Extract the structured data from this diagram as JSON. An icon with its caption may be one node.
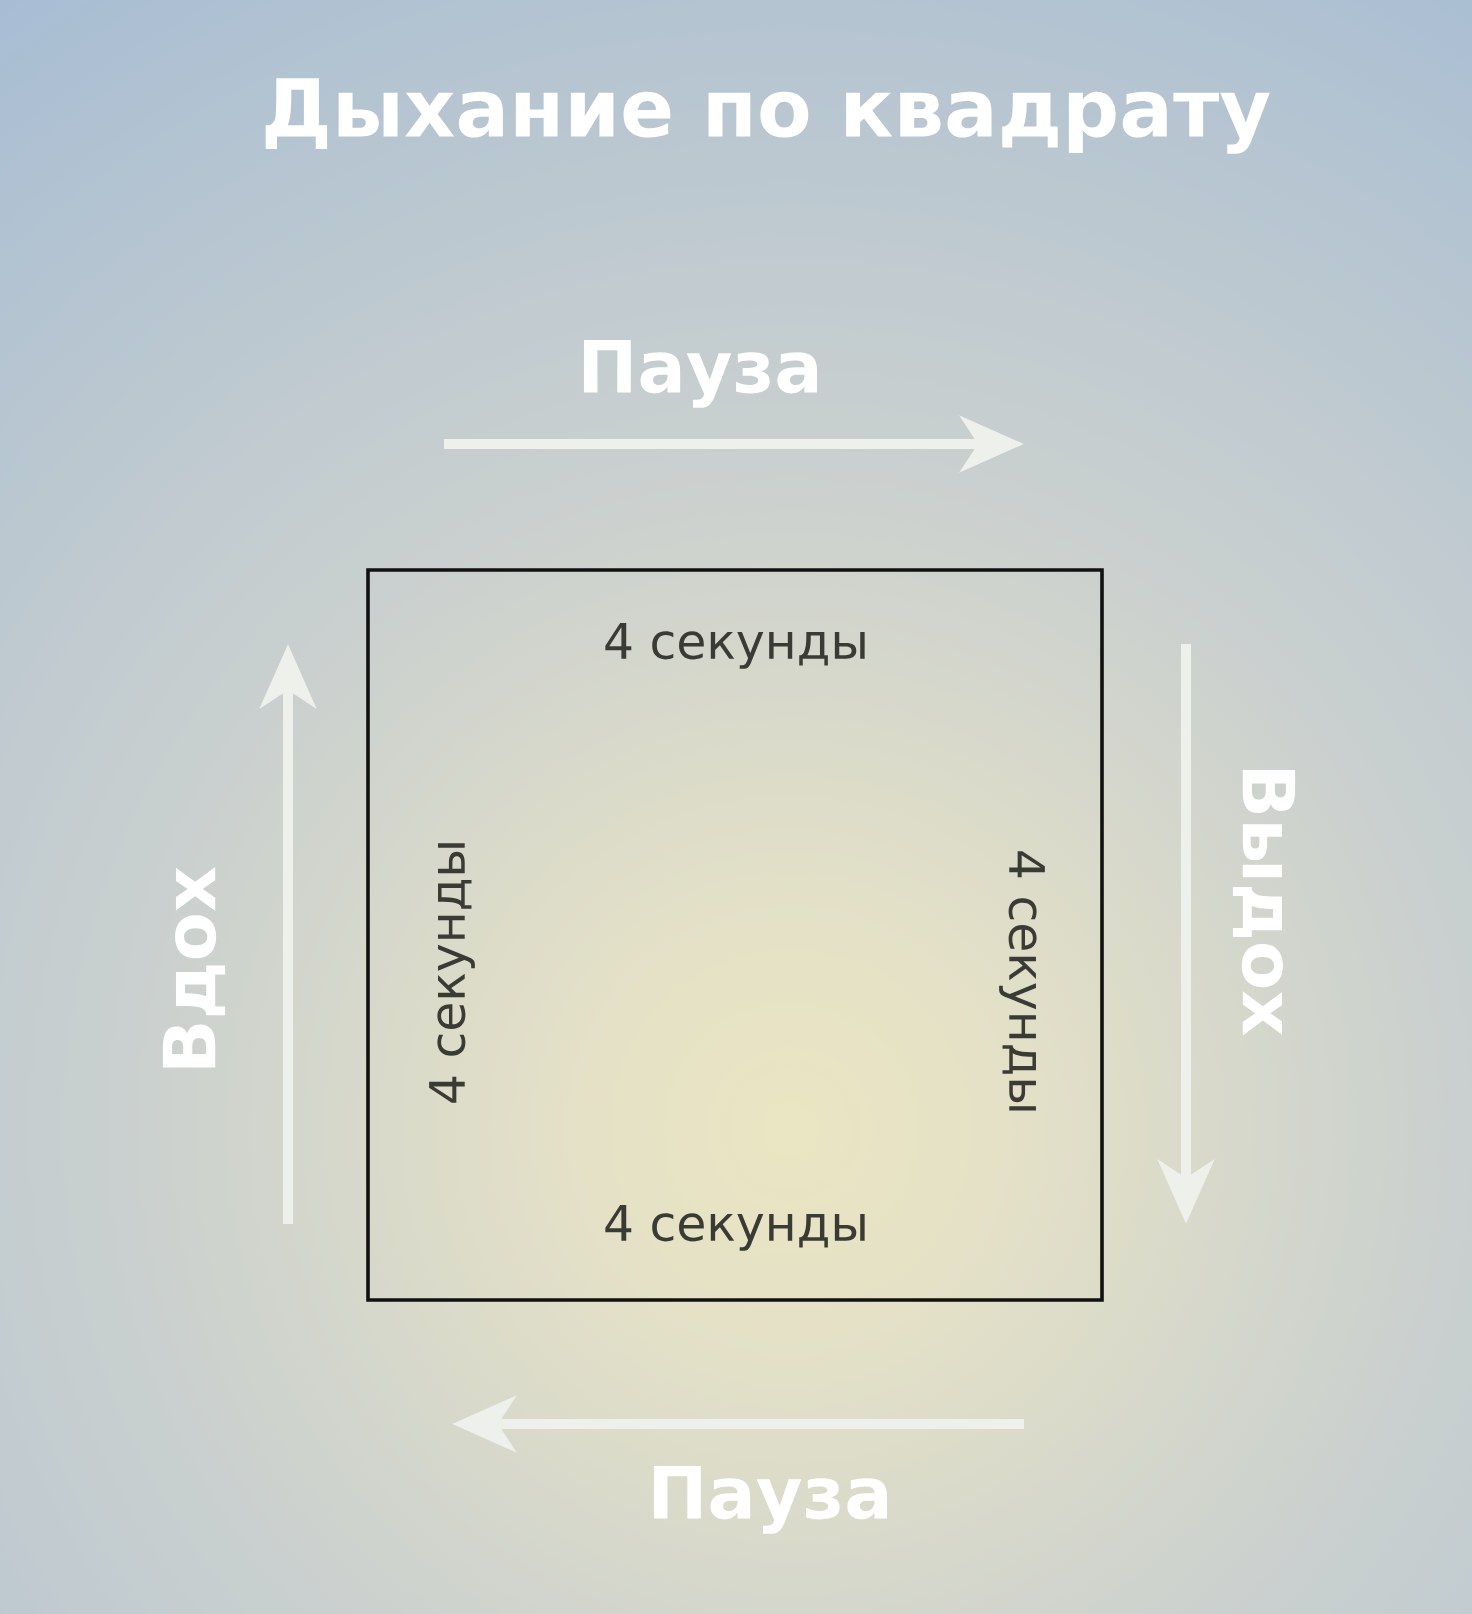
{
  "diagram": {
    "title": "Дыхание по квадрату",
    "nodes": [
      {
        "text": [
          "4 секунды",
          "4 секунды",
          "4 секунды",
          "4 секунды"
        ]
      }
    ],
    "labels": [
      "Пауза",
      "Вдох",
      "Выдох",
      "Пауза"
    ]
  }
}
